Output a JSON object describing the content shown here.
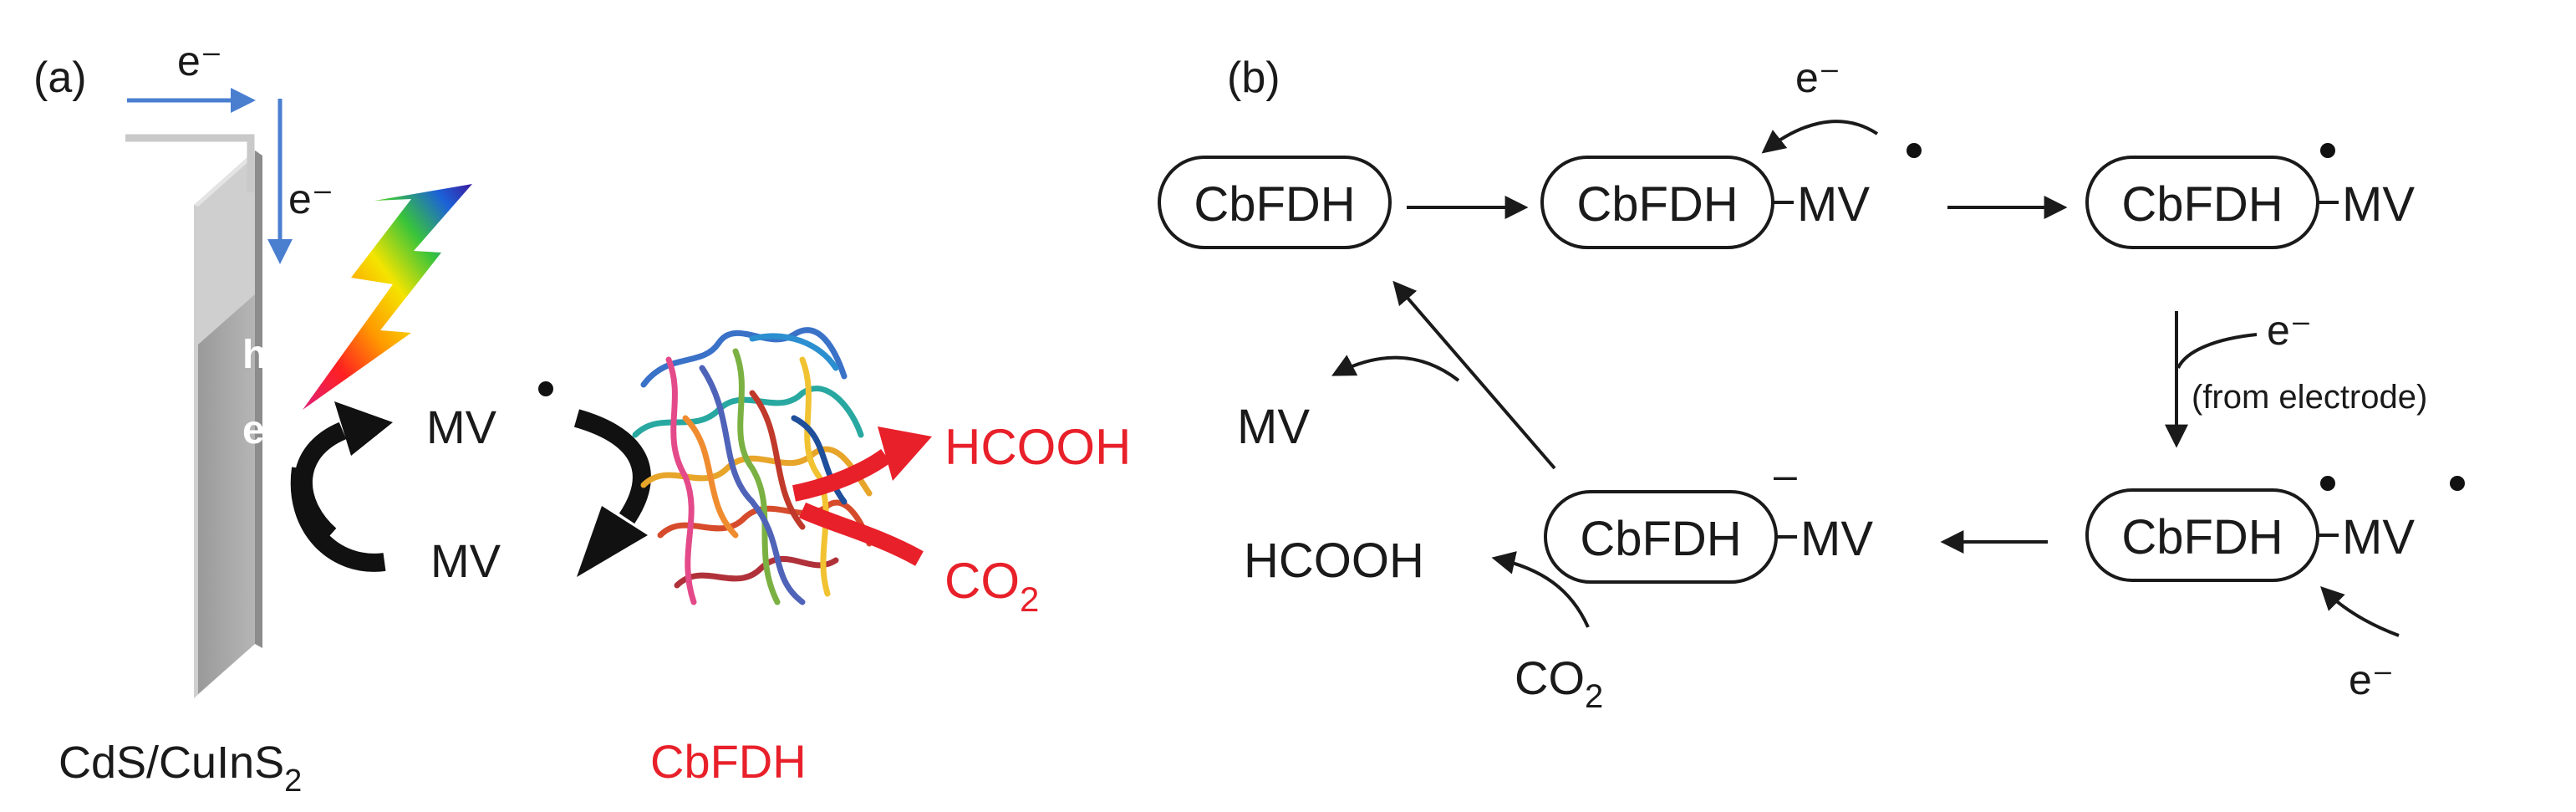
{
  "colors": {
    "ink": "#1a1a1a",
    "accent_red": "#e8202a",
    "electron_blue": "#4a7fd0",
    "electrode_face": "#a9a9a9",
    "electrode_side": "#cfcfcf"
  },
  "panel_a": {
    "panel_label": "(a)",
    "e_minus_top": "e⁻",
    "e_minus_lead": "e⁻",
    "hole": "h⁺",
    "electron_on_electrode": "e⁻",
    "mv_radical": "MV",
    "mv": "MV",
    "product": "HCOOH",
    "substrate_base": "CO",
    "substrate_sub": "2",
    "electrode_label_base": "CdS/CuInS",
    "electrode_label_sub": "2",
    "enzyme_label": "CbFDH",
    "light_icon": "lightning-rainbow-icon",
    "enzyme_icon": "protein-ribbon-icon"
  },
  "panel_b": {
    "panel_label": "(b)",
    "enzyme": "CbFDH",
    "mv": "MV",
    "e_minus": "e⁻",
    "from_electrode": "(from electrode)",
    "minus_sign": "–",
    "product": "HCOOH",
    "co2_base": "CO",
    "co2_sub": "2"
  }
}
